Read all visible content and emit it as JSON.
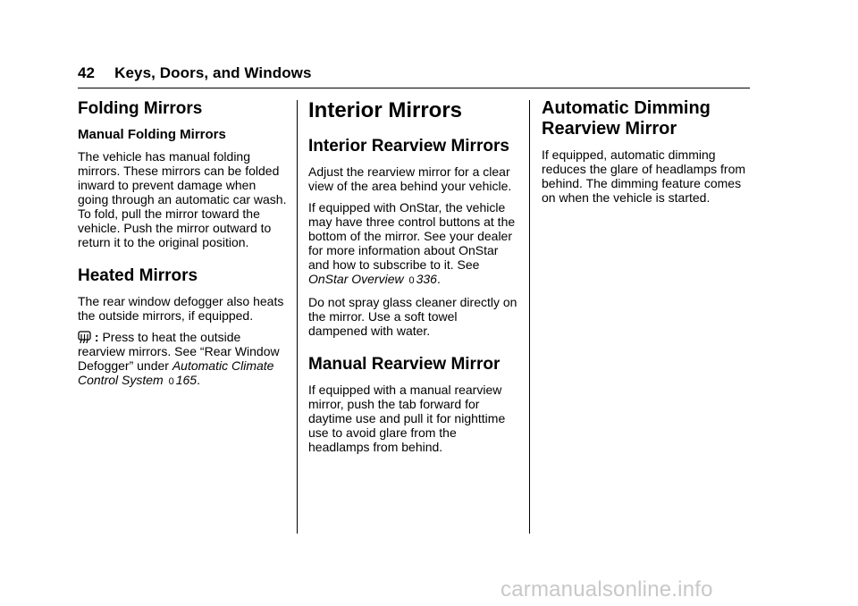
{
  "header": {
    "page_number": "42",
    "title": "Keys, Doors, and Windows"
  },
  "col1": {
    "folding_heading": "Folding Mirrors",
    "manual_folding_heading": "Manual Folding Mirrors",
    "manual_folding_text": "The vehicle has manual folding mirrors. These mirrors can be folded inward to prevent damage when going through an automatic car wash. To fold, pull the mirror toward the vehicle. Push the mirror outward to return it to the original position.",
    "heated_heading": "Heated Mirrors",
    "heated_text": "The rear window defogger also heats the outside mirrors, if equipped.",
    "defog_colon": ":",
    "defog_text": "Press to heat the outside rearview mirrors. See “Rear Window Defogger” under",
    "defog_ref": "Automatic Climate Control System",
    "defog_ref_mark": "0",
    "defog_ref_page": "165",
    "defog_end": "."
  },
  "col2": {
    "interior_heading": "Interior Mirrors",
    "rearview_heading": "Interior Rearview Mirrors",
    "p1": "Adjust the rearview mirror for a clear view of the area behind your vehicle.",
    "p2": "If equipped with OnStar, the vehicle may have three control buttons at the bottom of the mirror. See your dealer for more information about OnStar and how to subscribe to it. See",
    "p2_ref": "OnStar Overview",
    "p2_ref_mark": "0",
    "p2_ref_page": "336",
    "p2_end": ".",
    "p3": "Do not spray glass cleaner directly on the mirror. Use a soft towel dampened with water.",
    "manual_rearview_heading": "Manual Rearview Mirror",
    "p4": "If equipped with a manual rearview mirror, push the tab forward for daytime use and pull it for nighttime use to avoid glare from the headlamps from behind."
  },
  "col3": {
    "auto_dimming_heading": "Automatic Dimming Rearview Mirror",
    "p1": "If equipped, automatic dimming reduces the glare of headlamps from behind. The dimming feature comes on when the vehicle is started."
  },
  "watermark": "carmanualsonline.info",
  "icons": {
    "defog": "rear-defogger-icon"
  }
}
